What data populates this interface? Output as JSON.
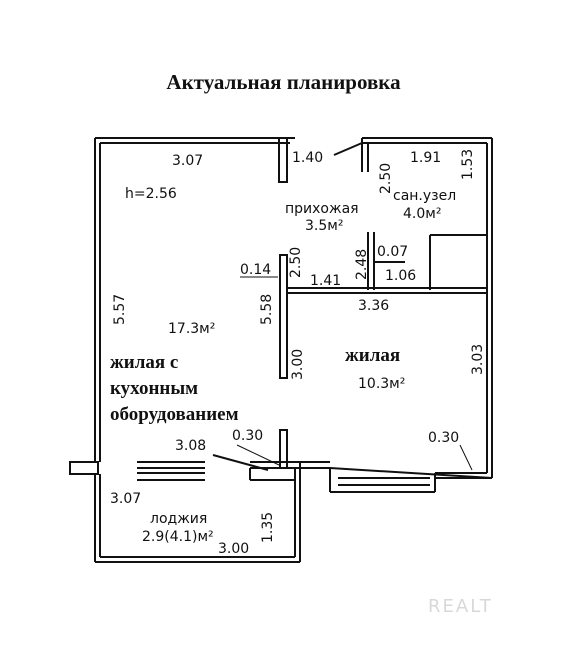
{
  "title": "Актуальная планировка",
  "ceiling_height": "h=2.56",
  "dimensions": {
    "top_left_width": "3.07",
    "hall_opening": "1.40",
    "bath_wall_a": "2.50",
    "bath_width": "1.91",
    "bath_height": "1.53",
    "hall_wall_2_50": "2.50",
    "hall_wall_2_48": "2.48",
    "small_0_07": "0.07",
    "bath_1_06": "1.06",
    "left_0_14": "0.14",
    "hall_1_41": "1.41",
    "living_width": "3.36",
    "left_height": "5.57",
    "partition_5_58": "5.58",
    "partition_3_00": "3.00",
    "right_height": "3.03",
    "bottom_3_08": "3.08",
    "bottom_0_30_left": "0.30",
    "bottom_0_30_right": "0.30",
    "loggia_3_07": "3.07",
    "loggia_1_35": "1.35",
    "loggia_3_00": "3.00"
  },
  "rooms": {
    "hall_name": "прихожая",
    "hall_area": "3.5м²",
    "bath_name": "сан.узел",
    "bath_area": "4.0м²",
    "main_area": "17.3м²",
    "main_name_line1": "жилая с",
    "main_name_line2": "кухонным",
    "main_name_line3": "оборудованием",
    "second_name": "жилая",
    "second_area": "10.3м²",
    "loggia_name": "лоджия",
    "loggia_area": "2.9(4.1)м²"
  },
  "watermark": "REALT"
}
